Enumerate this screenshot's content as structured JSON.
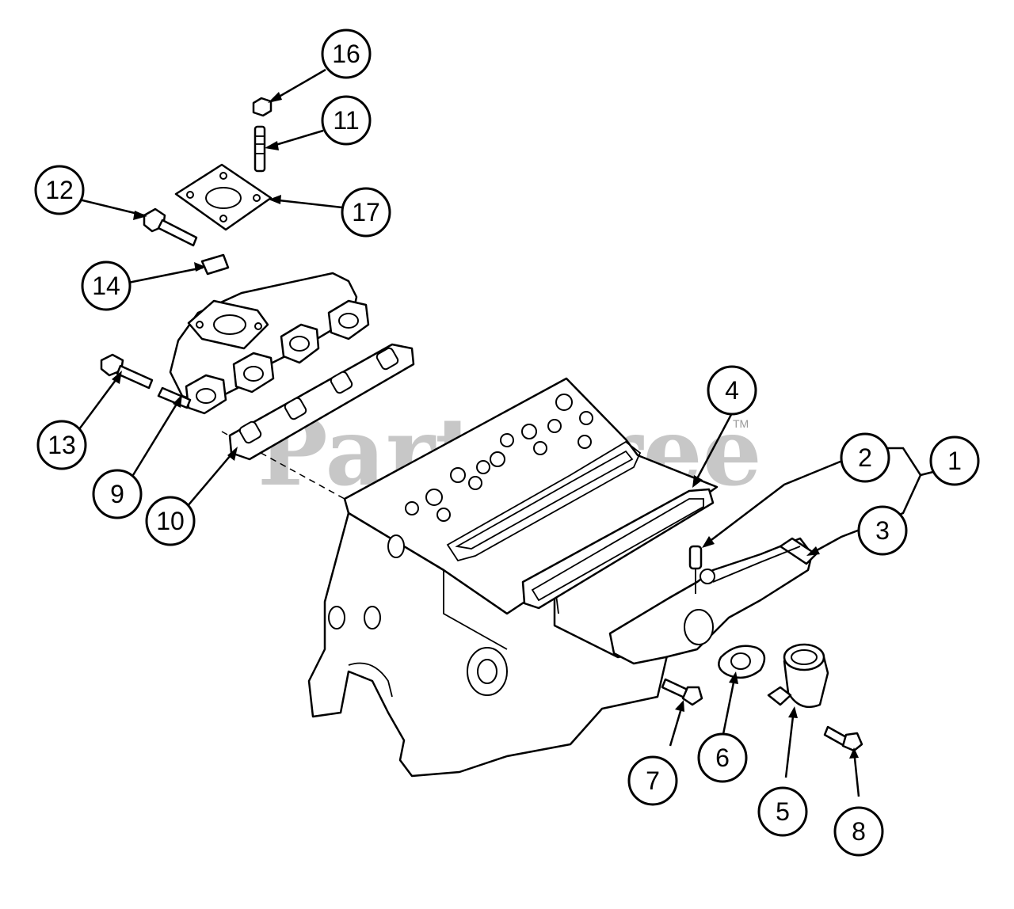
{
  "watermark": {
    "text": "PartsTree",
    "tm": "TM"
  },
  "callouts": [
    {
      "id": "16",
      "label": "16"
    },
    {
      "id": "11",
      "label": "11"
    },
    {
      "id": "12",
      "label": "12"
    },
    {
      "id": "17",
      "label": "17"
    },
    {
      "id": "14",
      "label": "14"
    },
    {
      "id": "13",
      "label": "13"
    },
    {
      "id": "9",
      "label": "9"
    },
    {
      "id": "10",
      "label": "10"
    },
    {
      "id": "4",
      "label": "4"
    },
    {
      "id": "2",
      "label": "2"
    },
    {
      "id": "1",
      "label": "1"
    },
    {
      "id": "3",
      "label": "3"
    },
    {
      "id": "7",
      "label": "7"
    },
    {
      "id": "6",
      "label": "6"
    },
    {
      "id": "5",
      "label": "5"
    },
    {
      "id": "8",
      "label": "8"
    }
  ]
}
